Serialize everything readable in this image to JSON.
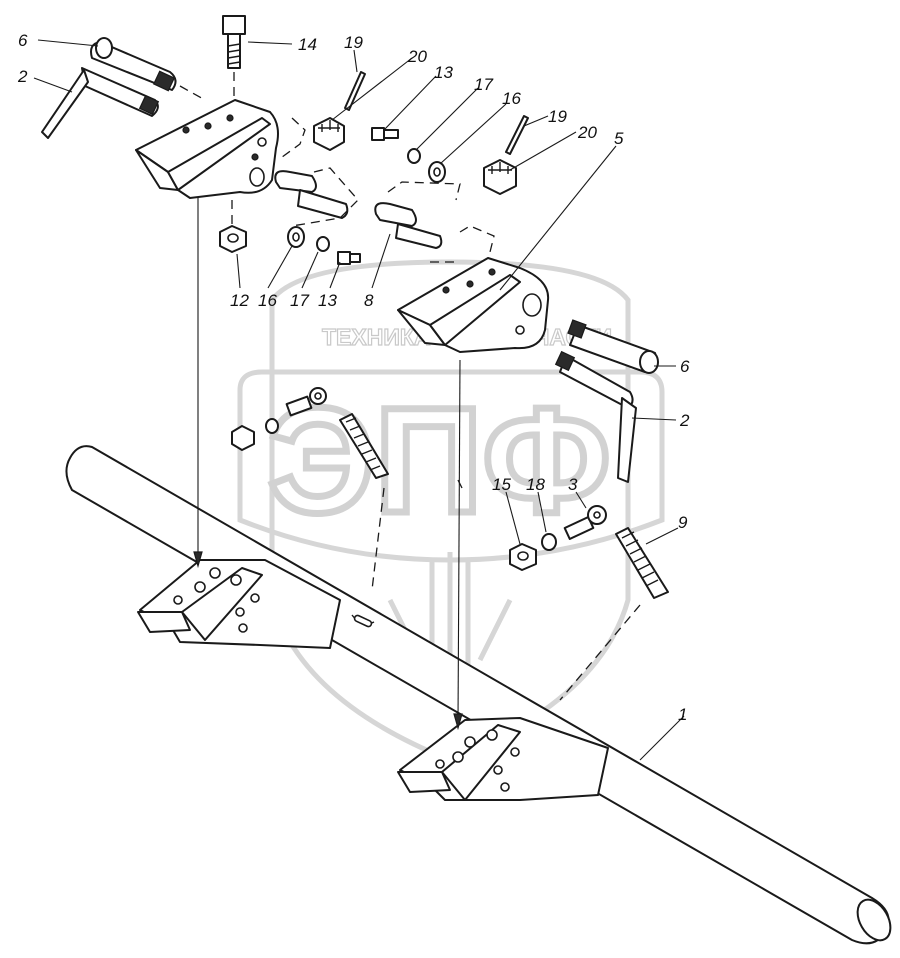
{
  "watermark": {
    "text_left": "ТЕХНИКА",
    "text_right": "ЗАПЧАСТИ",
    "logo_text": "ЭПФ"
  },
  "callouts": [
    {
      "id": "c6a",
      "label": "6"
    },
    {
      "id": "c2a",
      "label": "2"
    },
    {
      "id": "c14",
      "label": "14"
    },
    {
      "id": "c19a",
      "label": "19"
    },
    {
      "id": "c20a",
      "label": "20"
    },
    {
      "id": "c13a",
      "label": "13"
    },
    {
      "id": "c17a",
      "label": "17"
    },
    {
      "id": "c16a",
      "label": "16"
    },
    {
      "id": "c19b",
      "label": "19"
    },
    {
      "id": "c20b",
      "label": "20"
    },
    {
      "id": "c5",
      "label": "5"
    },
    {
      "id": "c12",
      "label": "12"
    },
    {
      "id": "c16b",
      "label": "16"
    },
    {
      "id": "c17b",
      "label": "17"
    },
    {
      "id": "c13b",
      "label": "13"
    },
    {
      "id": "c8",
      "label": "8"
    },
    {
      "id": "c6b",
      "label": "6"
    },
    {
      "id": "c2b",
      "label": "2"
    },
    {
      "id": "c15",
      "label": "15"
    },
    {
      "id": "c18",
      "label": "18"
    },
    {
      "id": "c3",
      "label": "3"
    },
    {
      "id": "c9",
      "label": "9"
    },
    {
      "id": "c1",
      "label": "1"
    }
  ]
}
